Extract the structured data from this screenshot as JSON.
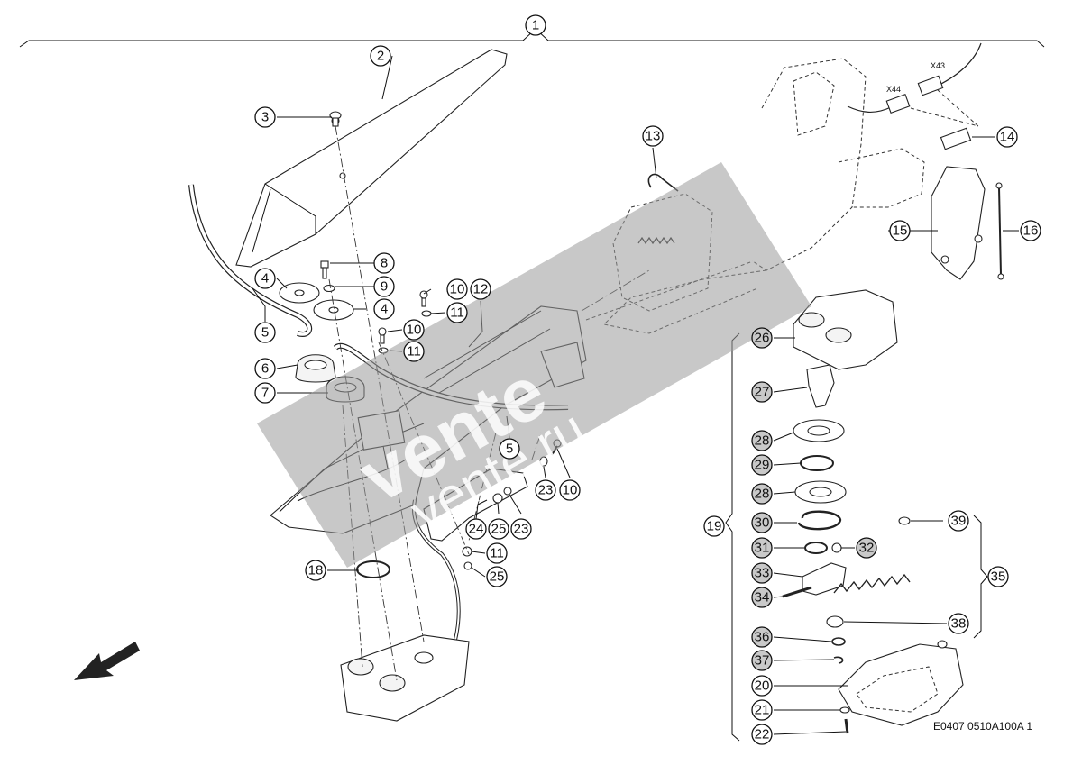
{
  "drawing": {
    "reference_code": "E0407 0510A100A 1",
    "connector_labels": [
      "X43",
      "X44"
    ]
  },
  "watermark": {
    "brand": "vente",
    "url": "vente.ru"
  },
  "callouts": [
    {
      "number": "1"
    },
    {
      "number": "2"
    },
    {
      "number": "3"
    },
    {
      "number": "4"
    },
    {
      "number": "4"
    },
    {
      "number": "5"
    },
    {
      "number": "5"
    },
    {
      "number": "6"
    },
    {
      "number": "7"
    },
    {
      "number": "8"
    },
    {
      "number": "9"
    },
    {
      "number": "10"
    },
    {
      "number": "10"
    },
    {
      "number": "10"
    },
    {
      "number": "11"
    },
    {
      "number": "11"
    },
    {
      "number": "11"
    },
    {
      "number": "12"
    },
    {
      "number": "13"
    },
    {
      "number": "14"
    },
    {
      "number": "15"
    },
    {
      "number": "16"
    },
    {
      "number": "18"
    },
    {
      "number": "19"
    },
    {
      "number": "20"
    },
    {
      "number": "21"
    },
    {
      "number": "22"
    },
    {
      "number": "23"
    },
    {
      "number": "23"
    },
    {
      "number": "24"
    },
    {
      "number": "25"
    },
    {
      "number": "25"
    },
    {
      "number": "26"
    },
    {
      "number": "27"
    },
    {
      "number": "28"
    },
    {
      "number": "28"
    },
    {
      "number": "29"
    },
    {
      "number": "30"
    },
    {
      "number": "31"
    },
    {
      "number": "32"
    },
    {
      "number": "33"
    },
    {
      "number": "34"
    },
    {
      "number": "35"
    },
    {
      "number": "36"
    },
    {
      "number": "37"
    },
    {
      "number": "38"
    },
    {
      "number": "39"
    }
  ]
}
